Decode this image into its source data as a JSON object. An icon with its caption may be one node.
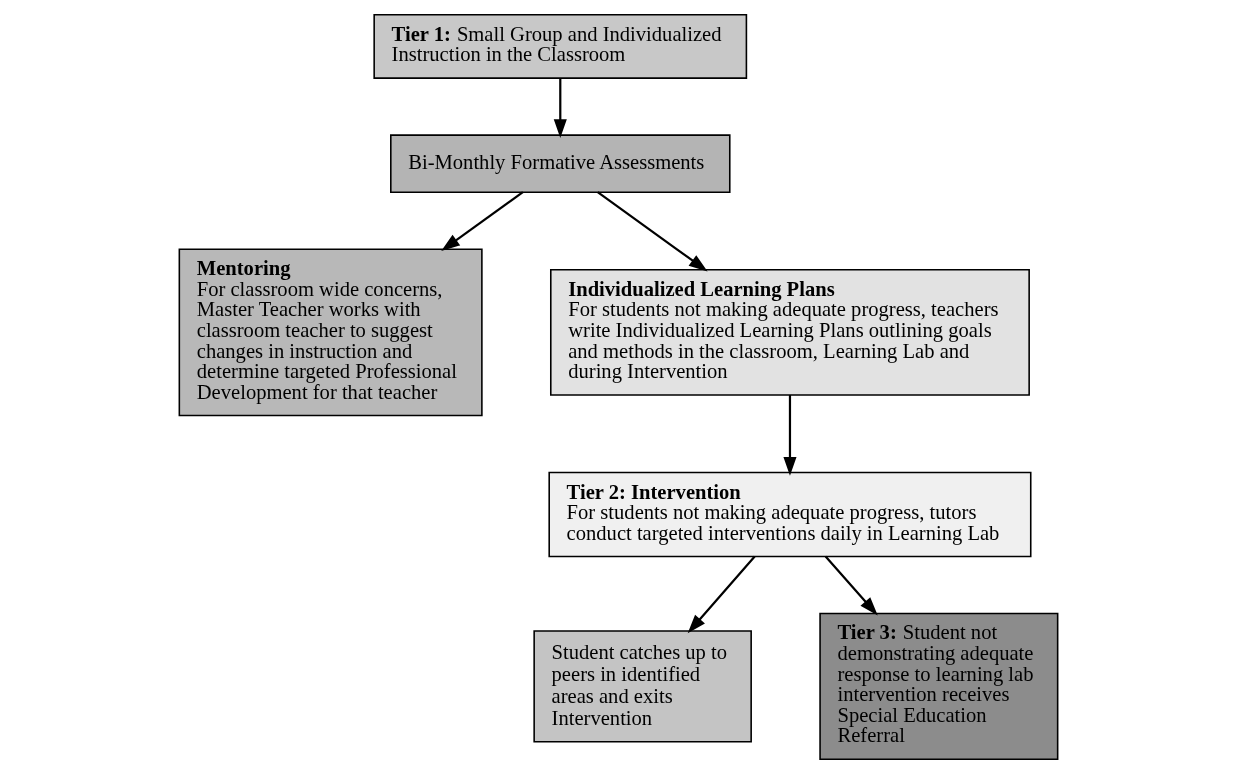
{
  "diagram": {
    "nodes": [
      {
        "text": [
          "**Tier 1:** Small Group and Individualized Instruction in the Classroom"
        ]
      },
      {
        "text": [
          "Bi-Monthly Formative Assessments"
        ]
      },
      {
        "text": [
          "**Mentoring**",
          "For classroom wide concerns, Master Teacher works with classroom teacher to suggest changes in instruction and determine targeted Professional Development for that teacher"
        ]
      },
      {
        "text": [
          "**Individualized Learning Plans**",
          "For students not making adequate progress, teachers write Individualized Learning Plans outlining goals and methods in the classroom, Learning Lab and during Intervention"
        ]
      },
      {
        "text": [
          "**Tier 2: Intervention**",
          "For students not making adequate progress, tutors conduct targeted interventions daily in Learning Lab"
        ]
      },
      {
        "text": [
          "Student catches up to peers in identified areas and exits Intervention"
        ]
      },
      {
        "text": [
          "**Tier 3:** Student not demonstrating adequate response to learning lab intervention receives Special Education Referral"
        ]
      }
    ],
    "edges": [
      {
        "from": 0,
        "to": 1,
        "arrow": "to"
      },
      {
        "from": 1,
        "to": 2,
        "arrow": "to"
      },
      {
        "from": 1,
        "to": 3,
        "arrow": "to"
      },
      {
        "from": 3,
        "to": 4,
        "arrow": "to"
      },
      {
        "from": 4,
        "to": 5,
        "arrow": "to"
      },
      {
        "from": 4,
        "to": 6,
        "arrow": "to"
      }
    ]
  }
}
